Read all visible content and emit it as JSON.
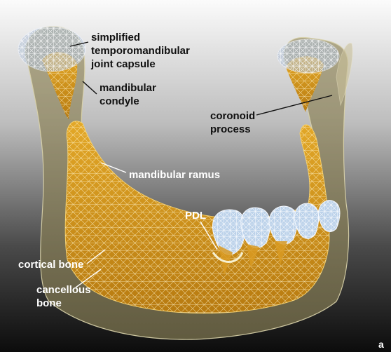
{
  "colors": {
    "background_top": "#ffffff",
    "background_bottom": "#0a0a0a",
    "cortical_bone": "#8f8660",
    "cancellous_bone": "#d69a1c",
    "mesh_white": "#e8f0ff",
    "tooth_crown": "#b8d0e8",
    "label_dark": "#101010",
    "label_light": "#ffffff"
  },
  "labels": {
    "tmj_capsule": [
      "simplified",
      "temporomandibular",
      "joint capsule"
    ],
    "mandibular_condyle": [
      "mandibular",
      "condyle"
    ],
    "coronoid_process": [
      "coronoid",
      "process"
    ],
    "mandibular_ramus": "mandibular ramus",
    "pdl": "PDL",
    "cortical_bone": "cortical bone",
    "cancellous_bone": [
      "cancellous",
      "bone"
    ],
    "panel": "a"
  }
}
